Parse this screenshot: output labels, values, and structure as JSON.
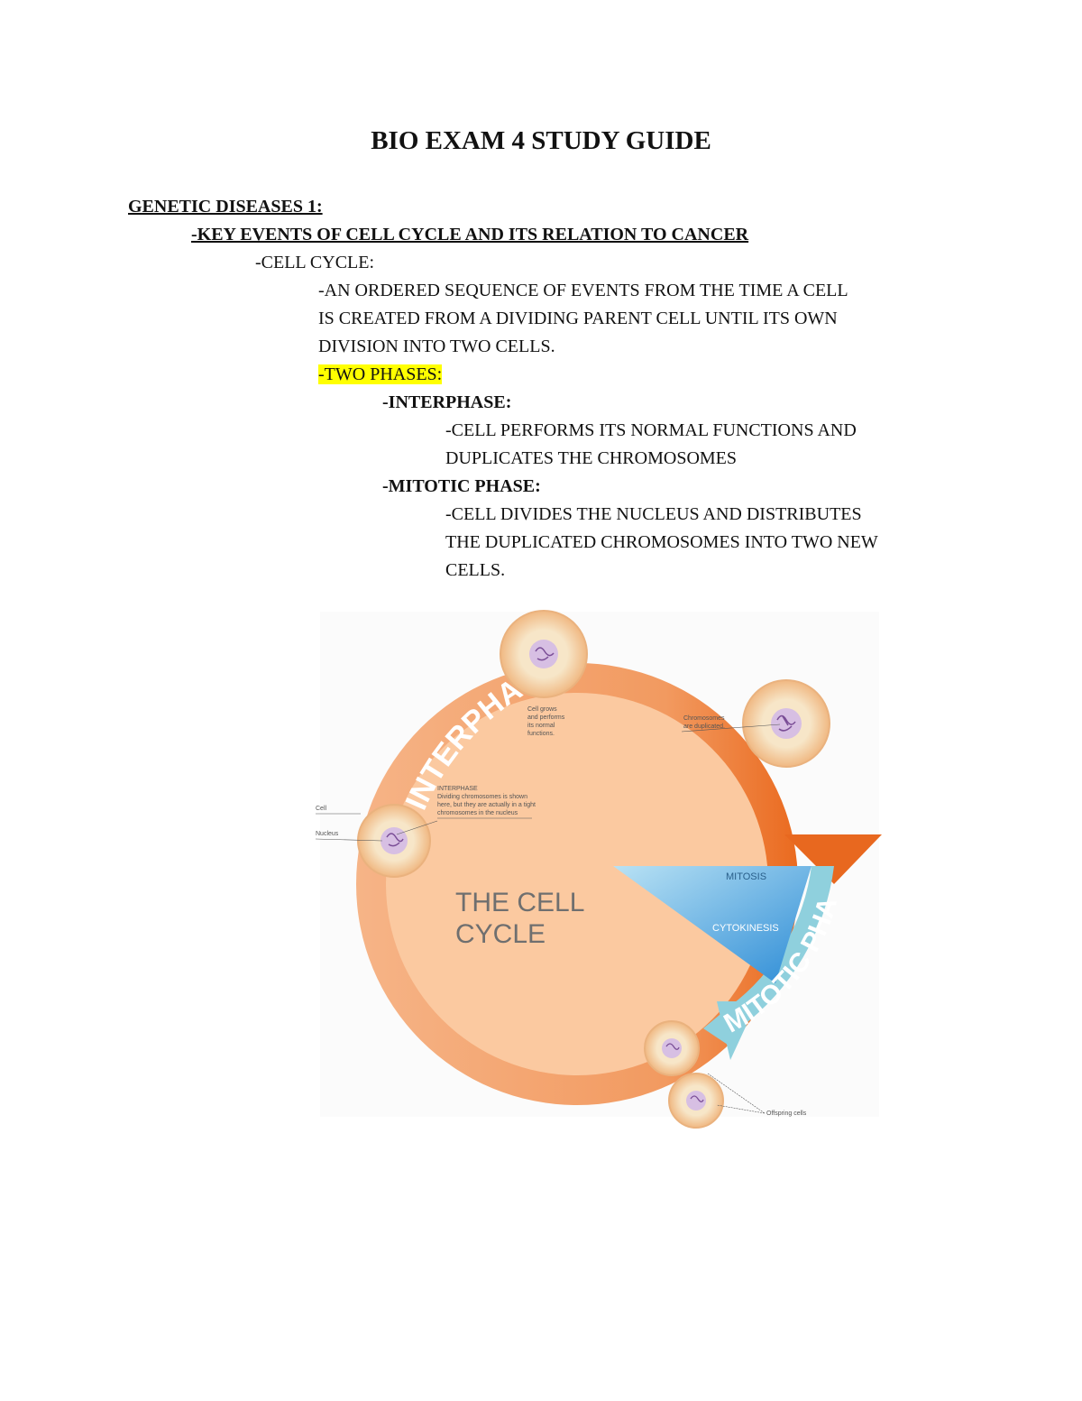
{
  "document": {
    "title": "BIO EXAM 4 STUDY GUIDE",
    "section_heading": "GENETIC DISEASES 1:",
    "subheading": "-KEY EVENTS OF CELL CYCLE AND ITS RELATION TO CANCER",
    "cell_cycle_label": "-CELL CYCLE:",
    "definition_lines": [
      "-AN ORDERED SEQUENCE OF EVENTS FROM THE TIME A CELL",
      "IS CREATED FROM A DIVIDING PARENT CELL UNTIL ITS OWN",
      "DIVISION INTO TWO CELLS."
    ],
    "two_phases_label": "-TWO PHASES:",
    "highlight_color": "#ffff00",
    "interphase": {
      "label": "-INTERPHASE:",
      "lines": [
        "-CELL PERFORMS ITS NORMAL FUNCTIONS AND",
        "DUPLICATES THE CHROMOSOMES"
      ]
    },
    "mitotic_phase": {
      "label": "-MITOTIC PHASE:",
      "lines": [
        "-CELL DIVIDES THE NUCLEUS AND DISTRIBUTES",
        "THE DUPLICATED CHROMOSOMES INTO TWO NEW",
        "CELLS."
      ]
    }
  },
  "diagram": {
    "center_title": [
      "THE CELL",
      "CYCLE"
    ],
    "interphase_arc_label": "INTERPHASE",
    "mitotic_arc_label": "MITOTIC PHASE",
    "mitosis_label": "MITOSIS",
    "cytokinesis_label": "CYTOKINESIS",
    "annotations": {
      "cell_grows": [
        "Cell grows",
        "and performs",
        "its normal",
        "functions."
      ],
      "chromosomes_duplicated": [
        "Chromosomes",
        "are duplicated."
      ],
      "interphase_note": [
        "INTERPHASE",
        "Dividing chromosomes is shown",
        "here, but they are actually in a tight",
        "chromosomes in the nucleus"
      ],
      "cell": "Cell",
      "nucleus": "Nucleus",
      "offspring": "Offspring cells"
    },
    "colors": {
      "circle_fill": "#fbc9a0",
      "interphase_arrow": "#f0955a",
      "interphase_arrow_dark": "#e8681f",
      "mitotic_arrow": "#8fd0dd",
      "wedge_light": "#9fd3ef",
      "wedge_dark": "#2d8cd6",
      "cell_fill": "#f6e3c3",
      "cell_ring": "#f2b57a",
      "nucleus_fill": "#d7bfe3"
    }
  }
}
